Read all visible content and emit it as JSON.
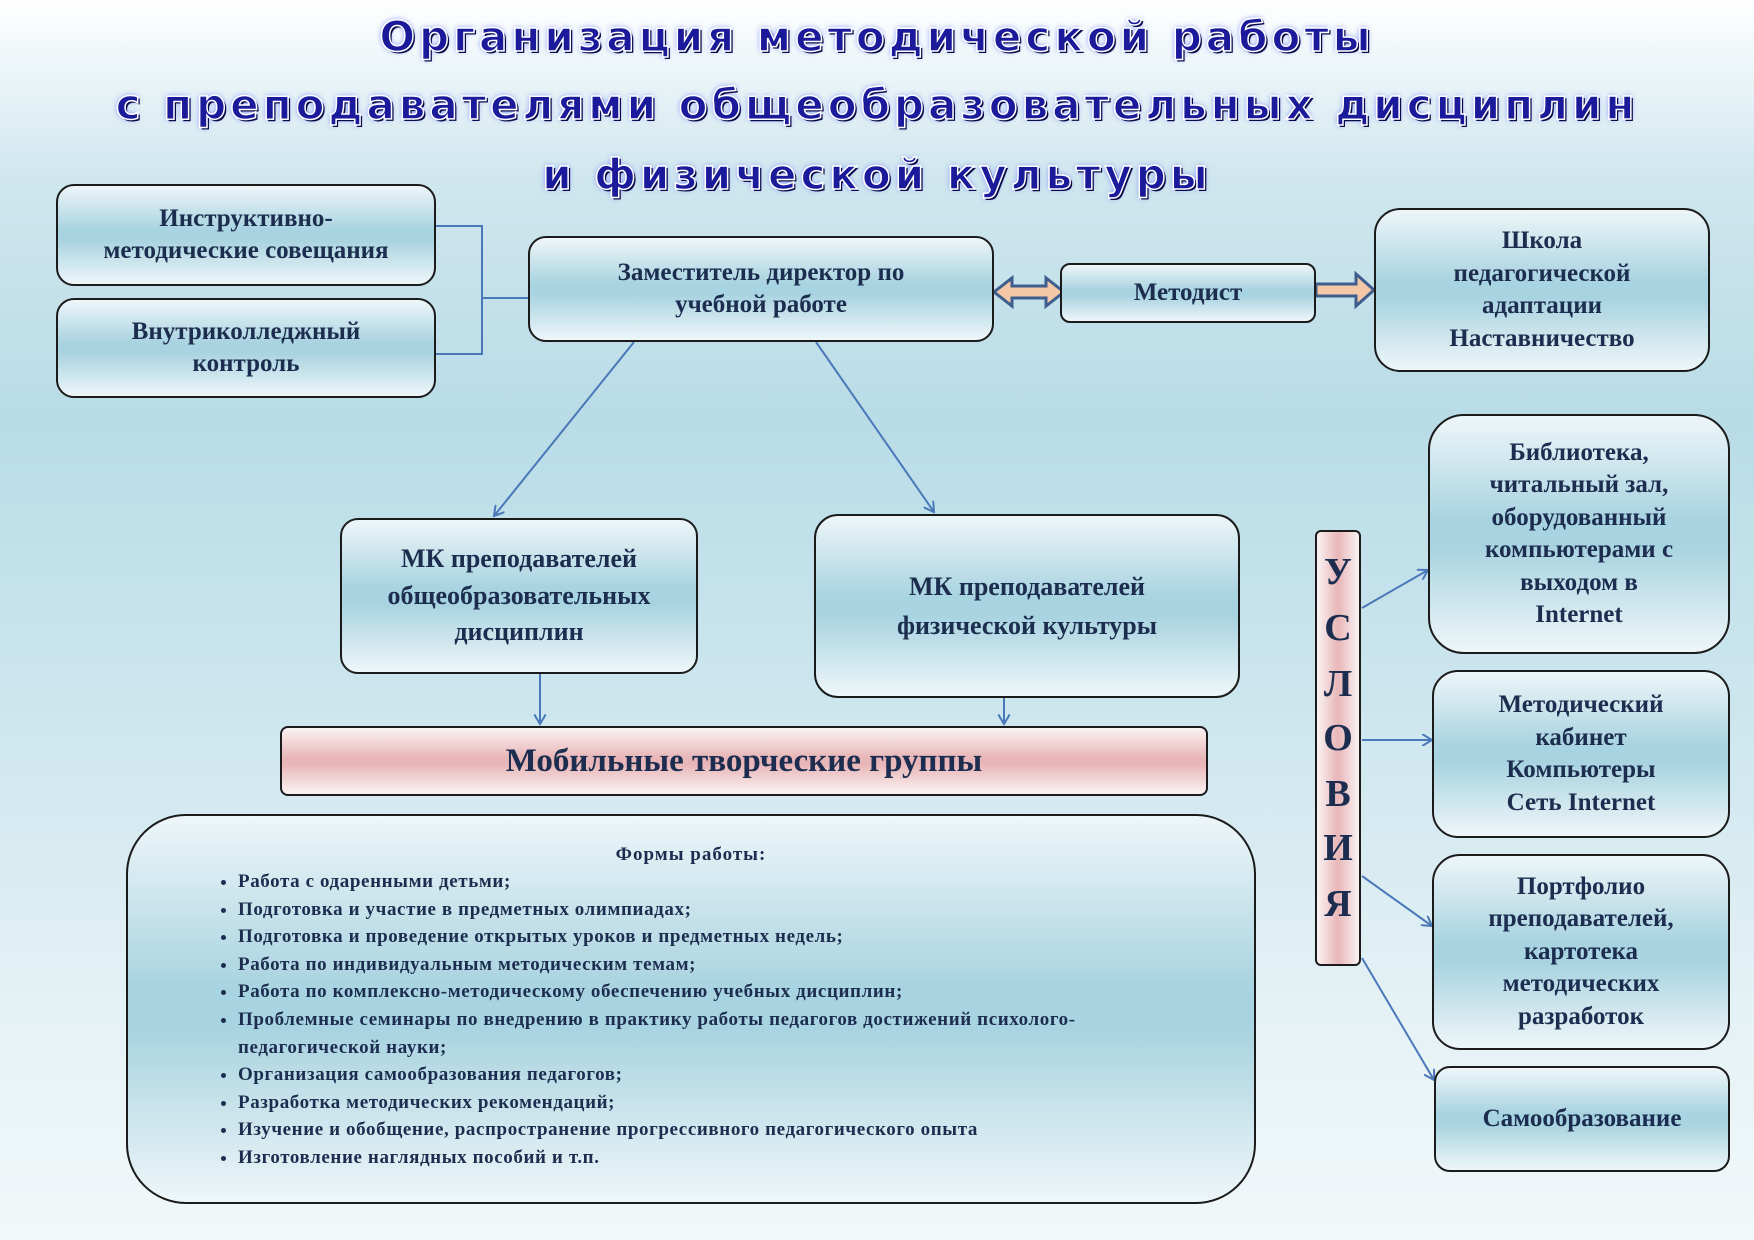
{
  "title": {
    "line1": "Организация методической работы",
    "line2": "с преподавателями общеобразовательных дисциплин",
    "line3": "и физической культуры"
  },
  "nodes": {
    "instr": "Инструктивно-\nметодические совещания",
    "kontrol": "Внутриколледжный\nконтроль",
    "zam": "Заместитель директор по\nучебной работе",
    "metodist": "Методист",
    "school": "Школа\nпедагогической\nадаптации\nНаставничество",
    "mk1": "МК преподавателей\nобщеобразовательных\nдисциплин",
    "mk2": "МК преподавателей\nфизической культуры",
    "mobile": "Мобильные творческие группы",
    "library": "Библиотека,\nчитальный зал,\nоборудованный\nкомпьютерами с\nвыходом в\nInternet",
    "cabinet": "Методический\nкабинет\nКомпьютеры\nСеть Internet",
    "portfolio": "Портфолио\nпреподавателей,\nкартотека\nметодических\nразработок",
    "selfedu": "Самообразование"
  },
  "conditions_letters": [
    "У",
    "С",
    "Л",
    "О",
    "В",
    "И",
    "Я"
  ],
  "forms": {
    "heading": "Формы работы:",
    "items": [
      "Работа с одаренными детьми;",
      "Подготовка и участие в предметных олимпиадах;",
      "Подготовка и проведение открытых уроков и предметных недель;",
      "Работа по индивидуальным методическим темам;",
      "Работа по комплексно-методическому обеспечению учебных дисциплин;",
      "Проблемные семинары по внедрению в практику работы педагогов достижений психолого-педагогической науки;",
      "Организация самообразования педагогов;",
      "Разработка методических рекомендаций;",
      "Изучение и обобщение, распространение прогрессивного педагогического опыта",
      "Изготовление наглядных пособий и т.п."
    ]
  },
  "colors": {
    "title": "#1a1a9a",
    "box_fill": "#a8d3e0",
    "pink_fill": "#e8b6b8",
    "text": "#1c2d4f",
    "connector": "#4a78b8"
  }
}
